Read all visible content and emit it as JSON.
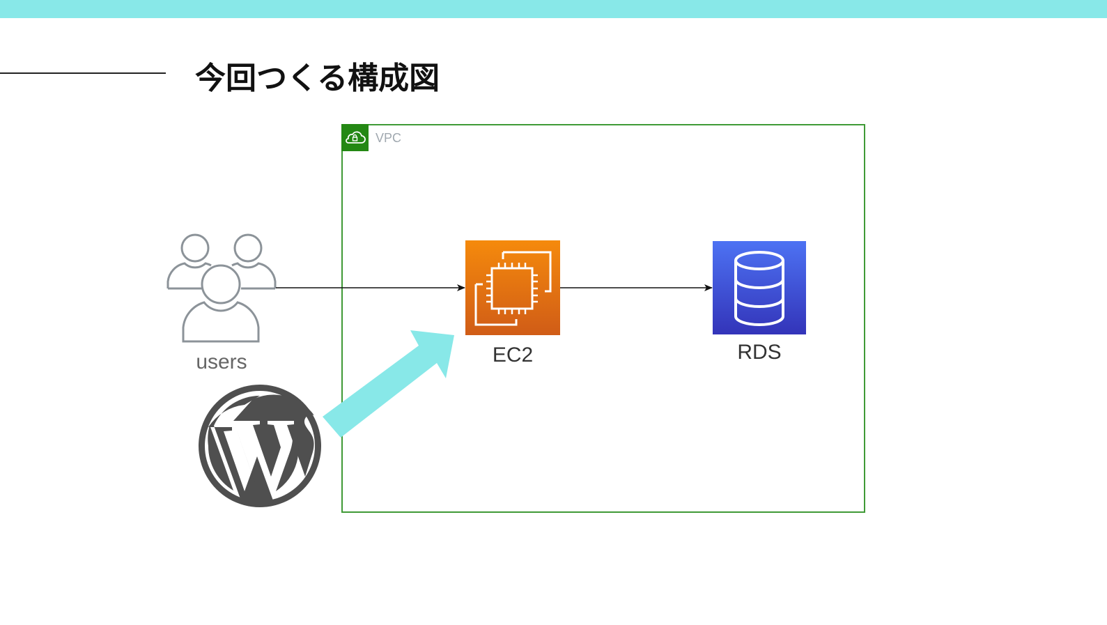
{
  "slide": {
    "title": "今回つくる構成図"
  },
  "vpc": {
    "label": "VPC"
  },
  "nodes": {
    "users": {
      "label": "users",
      "icon": "users-icon"
    },
    "ec2": {
      "label": "EC2",
      "icon": "ec2-instance-icon"
    },
    "rds": {
      "label": "RDS",
      "icon": "rds-database-icon"
    },
    "wordpress": {
      "icon": "wordpress-logo-icon"
    }
  },
  "colors": {
    "accent_band": "#88E8E8",
    "highlight_arrow": "#88E8E8",
    "vpc_border": "#3F9A36",
    "vpc_badge": "#248814",
    "vpc_label": "#A0A8AF",
    "ec2_gradient_top": "#F58A0C",
    "ec2_gradient_bottom": "#D05C17",
    "rds_gradient_top": "#4D72F3",
    "rds_gradient_bottom": "#3334B9",
    "users_stroke": "#8C9399",
    "users_label": "#666666",
    "node_label": "#333333",
    "wordpress": "#4F4F4F",
    "connector": "#111111"
  }
}
